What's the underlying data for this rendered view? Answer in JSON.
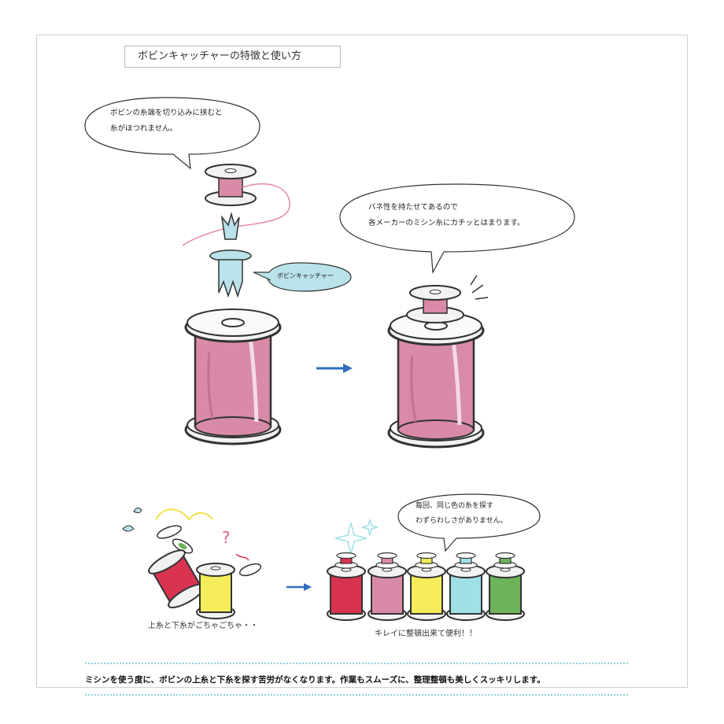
{
  "title": "ボビンキャッチャーの特徴と使い方",
  "bubble_top_left": {
    "line1": "ボビンの糸端を切り込みに挟むと",
    "line2": "糸がほつれません。"
  },
  "catcher_label": "ボビンキャッチャー",
  "bubble_top_right": {
    "line1": "バネ性を持たせてあるので",
    "line2": "各メーカーのミシン糸にカチッとはまります。"
  },
  "bubble_bottom_right": {
    "line1": "毎回、同じ色の糸を探す",
    "line2": "わずらわしさがありません。"
  },
  "caption_left": "上糸と下糸がごちゃごちゃ・・",
  "caption_right": "キレイに整頓出来て便利！！",
  "bottom_note": "ミシンを使う度に、ボビンの上糸と下糸を探す苦労がなくなります。作業もスムーズに、整理整頓も美しくスッキリします。",
  "colors": {
    "pink_spool": "#d98aa8",
    "catcher_blue": "#b9e2ea",
    "arrow_blue": "#2f6fc0",
    "red": "#d8334f",
    "yellow": "#f4ec5a",
    "light_blue": "#9fe0e6",
    "green": "#6cb35a",
    "outline": "#333333"
  },
  "icons": [
    "spool-icon",
    "bobbin-icon",
    "bobbin-catcher-icon",
    "arrow-right-icon",
    "sparkle-icon",
    "question-mark-icon"
  ]
}
